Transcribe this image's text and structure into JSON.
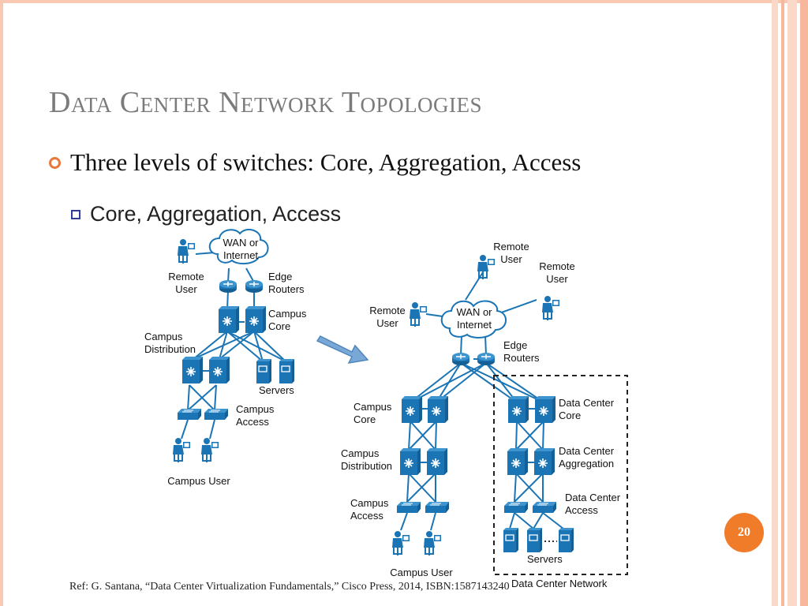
{
  "slide": {
    "title": "Data Center Network Topologies",
    "bullet": "Three levels of switches: Core, Aggregation, Access",
    "sub_bullet": "Core, Aggregation, Access",
    "reference": "Ref: G. Santana, “Data Center Virtualization Fundamentals,” Cisco Press, 2014, ISBN:1587143240",
    "page_number": "20"
  },
  "left_diagram": {
    "wan": [
      "WAN or",
      "Internet"
    ],
    "remote_user": [
      "Remote",
      "User"
    ],
    "edge_routers": [
      "Edge",
      "Routers"
    ],
    "campus_core": [
      "Campus",
      "Core"
    ],
    "campus_distribution": [
      "Campus",
      "Distribution"
    ],
    "servers": "Servers",
    "campus_access": [
      "Campus",
      "Access"
    ],
    "campus_user": "Campus User"
  },
  "right_diagram": {
    "wan": [
      "WAN or",
      "Internet"
    ],
    "remote_user_top": [
      "Remote",
      "User"
    ],
    "remote_user_right": [
      "Remote",
      "User"
    ],
    "remote_user_left": [
      "Remote",
      "User"
    ],
    "edge_routers": [
      "Edge",
      "Routers"
    ],
    "campus_core": [
      "Campus",
      "Core"
    ],
    "campus_distribution": [
      "Campus",
      "Distribution"
    ],
    "campus_access": [
      "Campus",
      "Access"
    ],
    "campus_user": "Campus User",
    "dc_core": [
      "Data Center",
      "Core"
    ],
    "dc_aggregation": [
      "Data Center",
      "Aggregation"
    ],
    "dc_access": [
      "Data Center",
      "Access"
    ],
    "servers": "Servers",
    "dc_network": "Data Center Network"
  },
  "colors": {
    "accent": "#f07c2a",
    "title": "#7b7b7b",
    "device": "#1b75b5",
    "frame": "#f8c8b2"
  }
}
